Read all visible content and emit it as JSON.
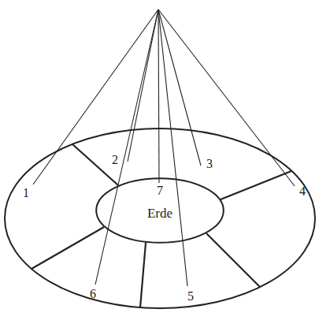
{
  "diagram": {
    "nodes": [
      {
        "text": [
          "Erde"
        ]
      }
    ],
    "labels": [
      "1",
      "2",
      "3",
      "4",
      "5",
      "6",
      "7"
    ]
  }
}
